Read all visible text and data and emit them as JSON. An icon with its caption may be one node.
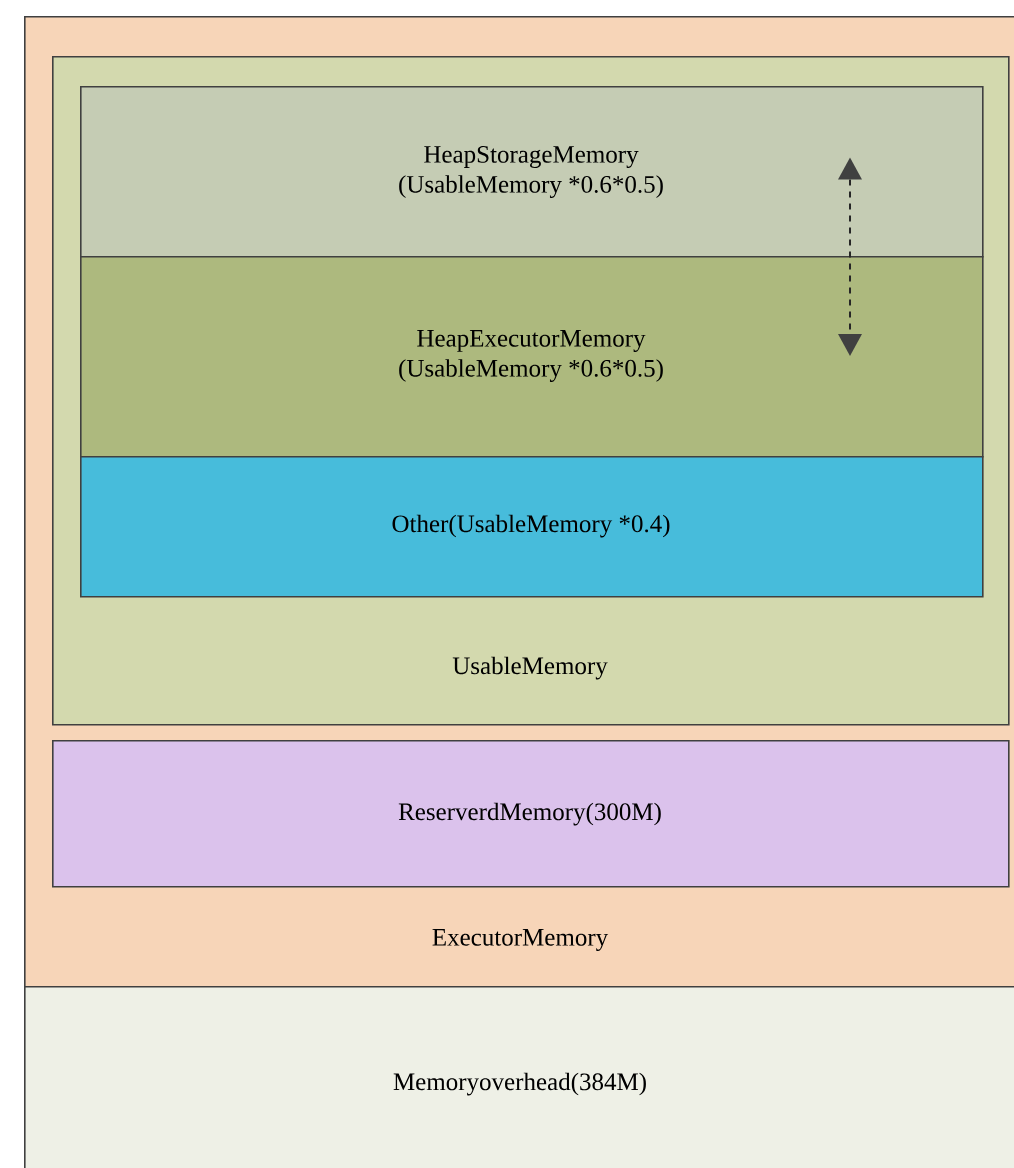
{
  "diagram": {
    "nodes": [
      {
        "text": [
          "ExecutorMemory"
        ]
      },
      {
        "text": [
          "UsableMemory"
        ],
        "in": 0
      },
      {
        "text": [
          "HeapStorageMemory",
          "(UsableMemory *0.6*0.5)"
        ],
        "in": 1
      },
      {
        "text": [
          "HeapExecutorMemory",
          "(UsableMemory *0.6*0.5)"
        ],
        "in": 1
      },
      {
        "text": [
          "Other(UsableMemory *0.4)"
        ],
        "in": 1
      },
      {
        "text": [
          "ReserverdMemory(300M)"
        ],
        "in": 0
      },
      {
        "text": [
          "Memoryoverhead(384M)"
        ]
      }
    ],
    "edges": [
      {
        "from": 2,
        "to": 3,
        "arrow": "both",
        "style": "dashed"
      }
    ]
  }
}
